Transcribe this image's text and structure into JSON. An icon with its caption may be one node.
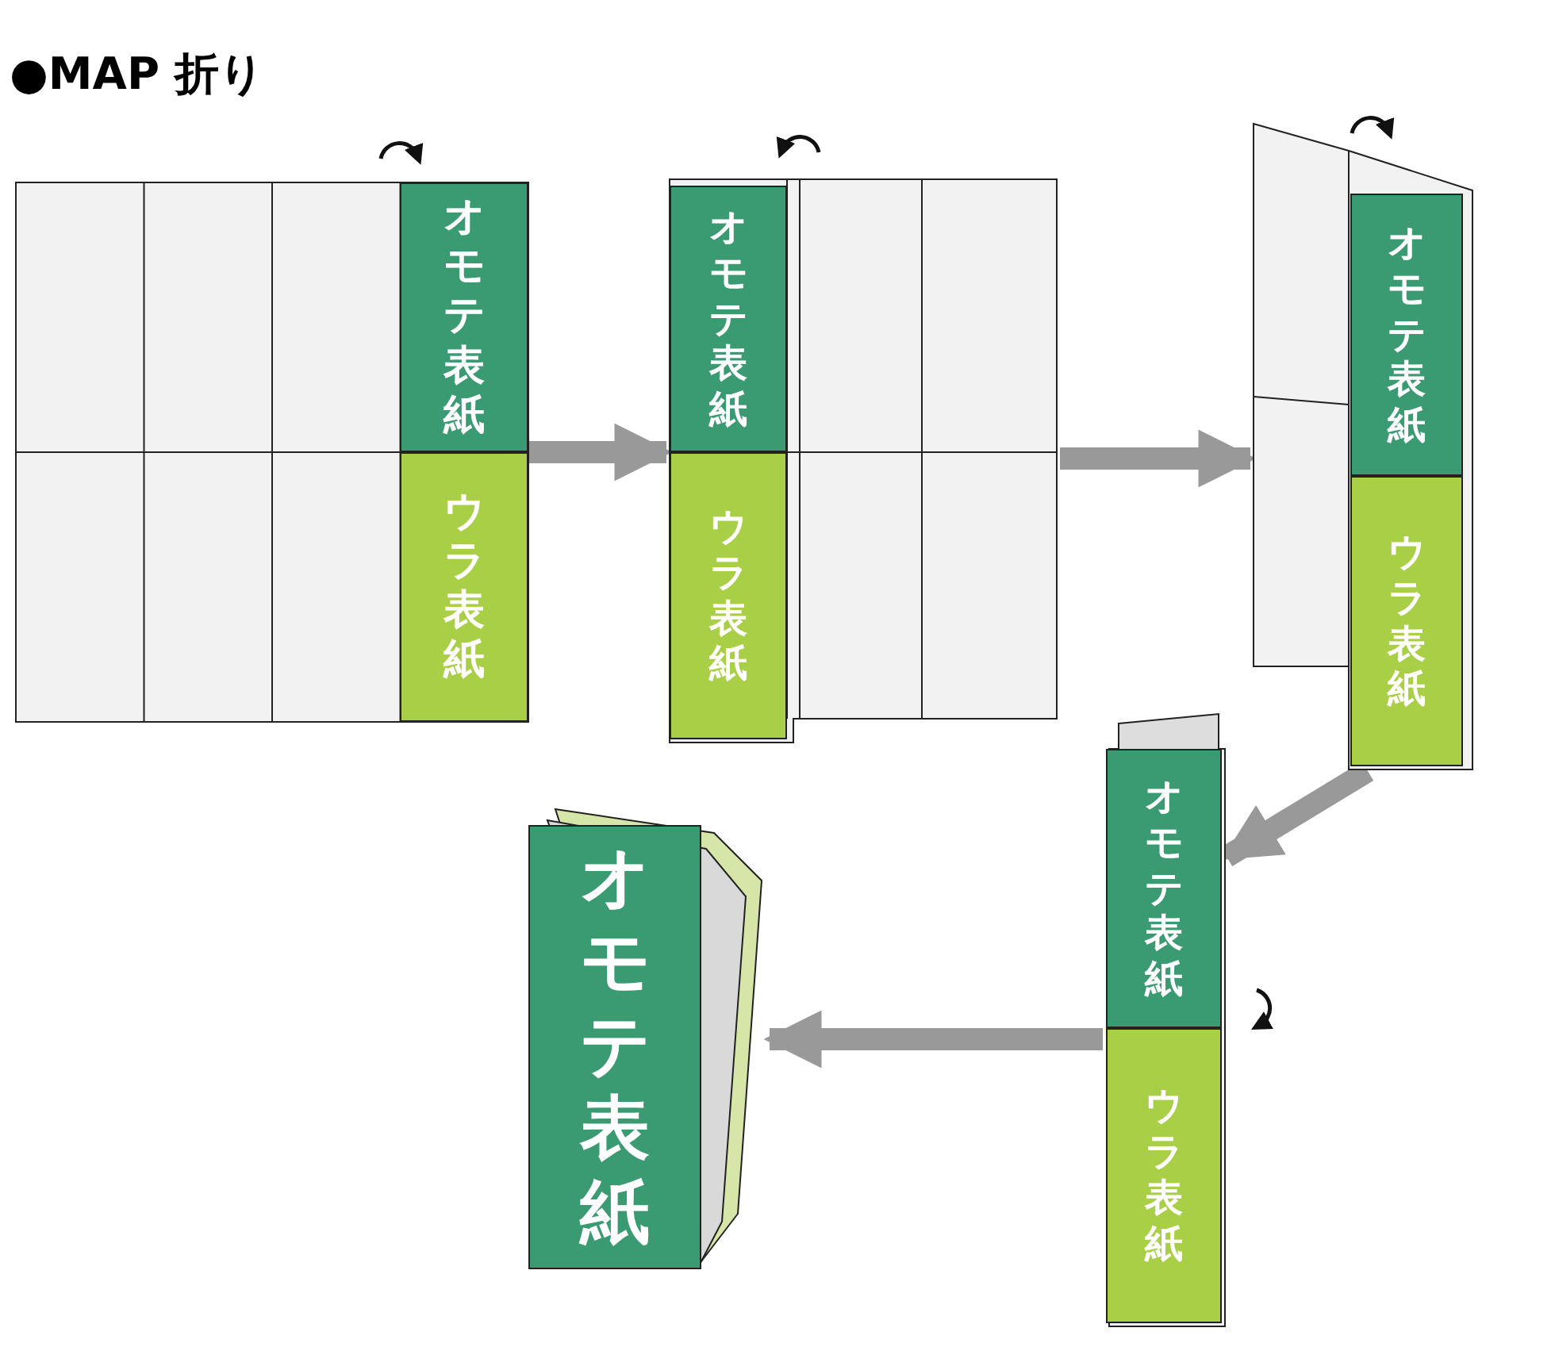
{
  "diagram": {
    "title": "●MAP 折り",
    "nodes": [
      {
        "text": [],
        "shape": "picture"
      },
      {
        "text": [
          "オモテ表紙"
        ],
        "in": 0
      },
      {
        "text": [
          "ウラ表紙"
        ],
        "in": 0
      },
      {
        "text": [],
        "shape": "picture"
      },
      {
        "text": [
          "オモテ表紙"
        ],
        "in": 3
      },
      {
        "text": [
          "ウラ表紙"
        ],
        "in": 3
      },
      {
        "text": [],
        "shape": "picture"
      },
      {
        "text": [
          "オモテ表紙"
        ],
        "in": 6
      },
      {
        "text": [
          "ウラ表紙"
        ],
        "in": 6
      },
      {
        "text": [],
        "shape": "picture"
      },
      {
        "text": [
          "オモテ表紙"
        ],
        "in": 9
      },
      {
        "text": [
          "ウラ表紙"
        ],
        "in": 9
      },
      {
        "text": [],
        "shape": "picture"
      },
      {
        "text": [
          "オモテ表紙"
        ],
        "in": 12
      }
    ],
    "edges": [
      {
        "from": 0,
        "to": 3,
        "arrow": "to"
      },
      {
        "from": 3,
        "to": 6,
        "arrow": "to"
      },
      {
        "from": 6,
        "to": 9,
        "arrow": "to"
      },
      {
        "from": 9,
        "to": 12,
        "arrow": "to"
      }
    ]
  }
}
